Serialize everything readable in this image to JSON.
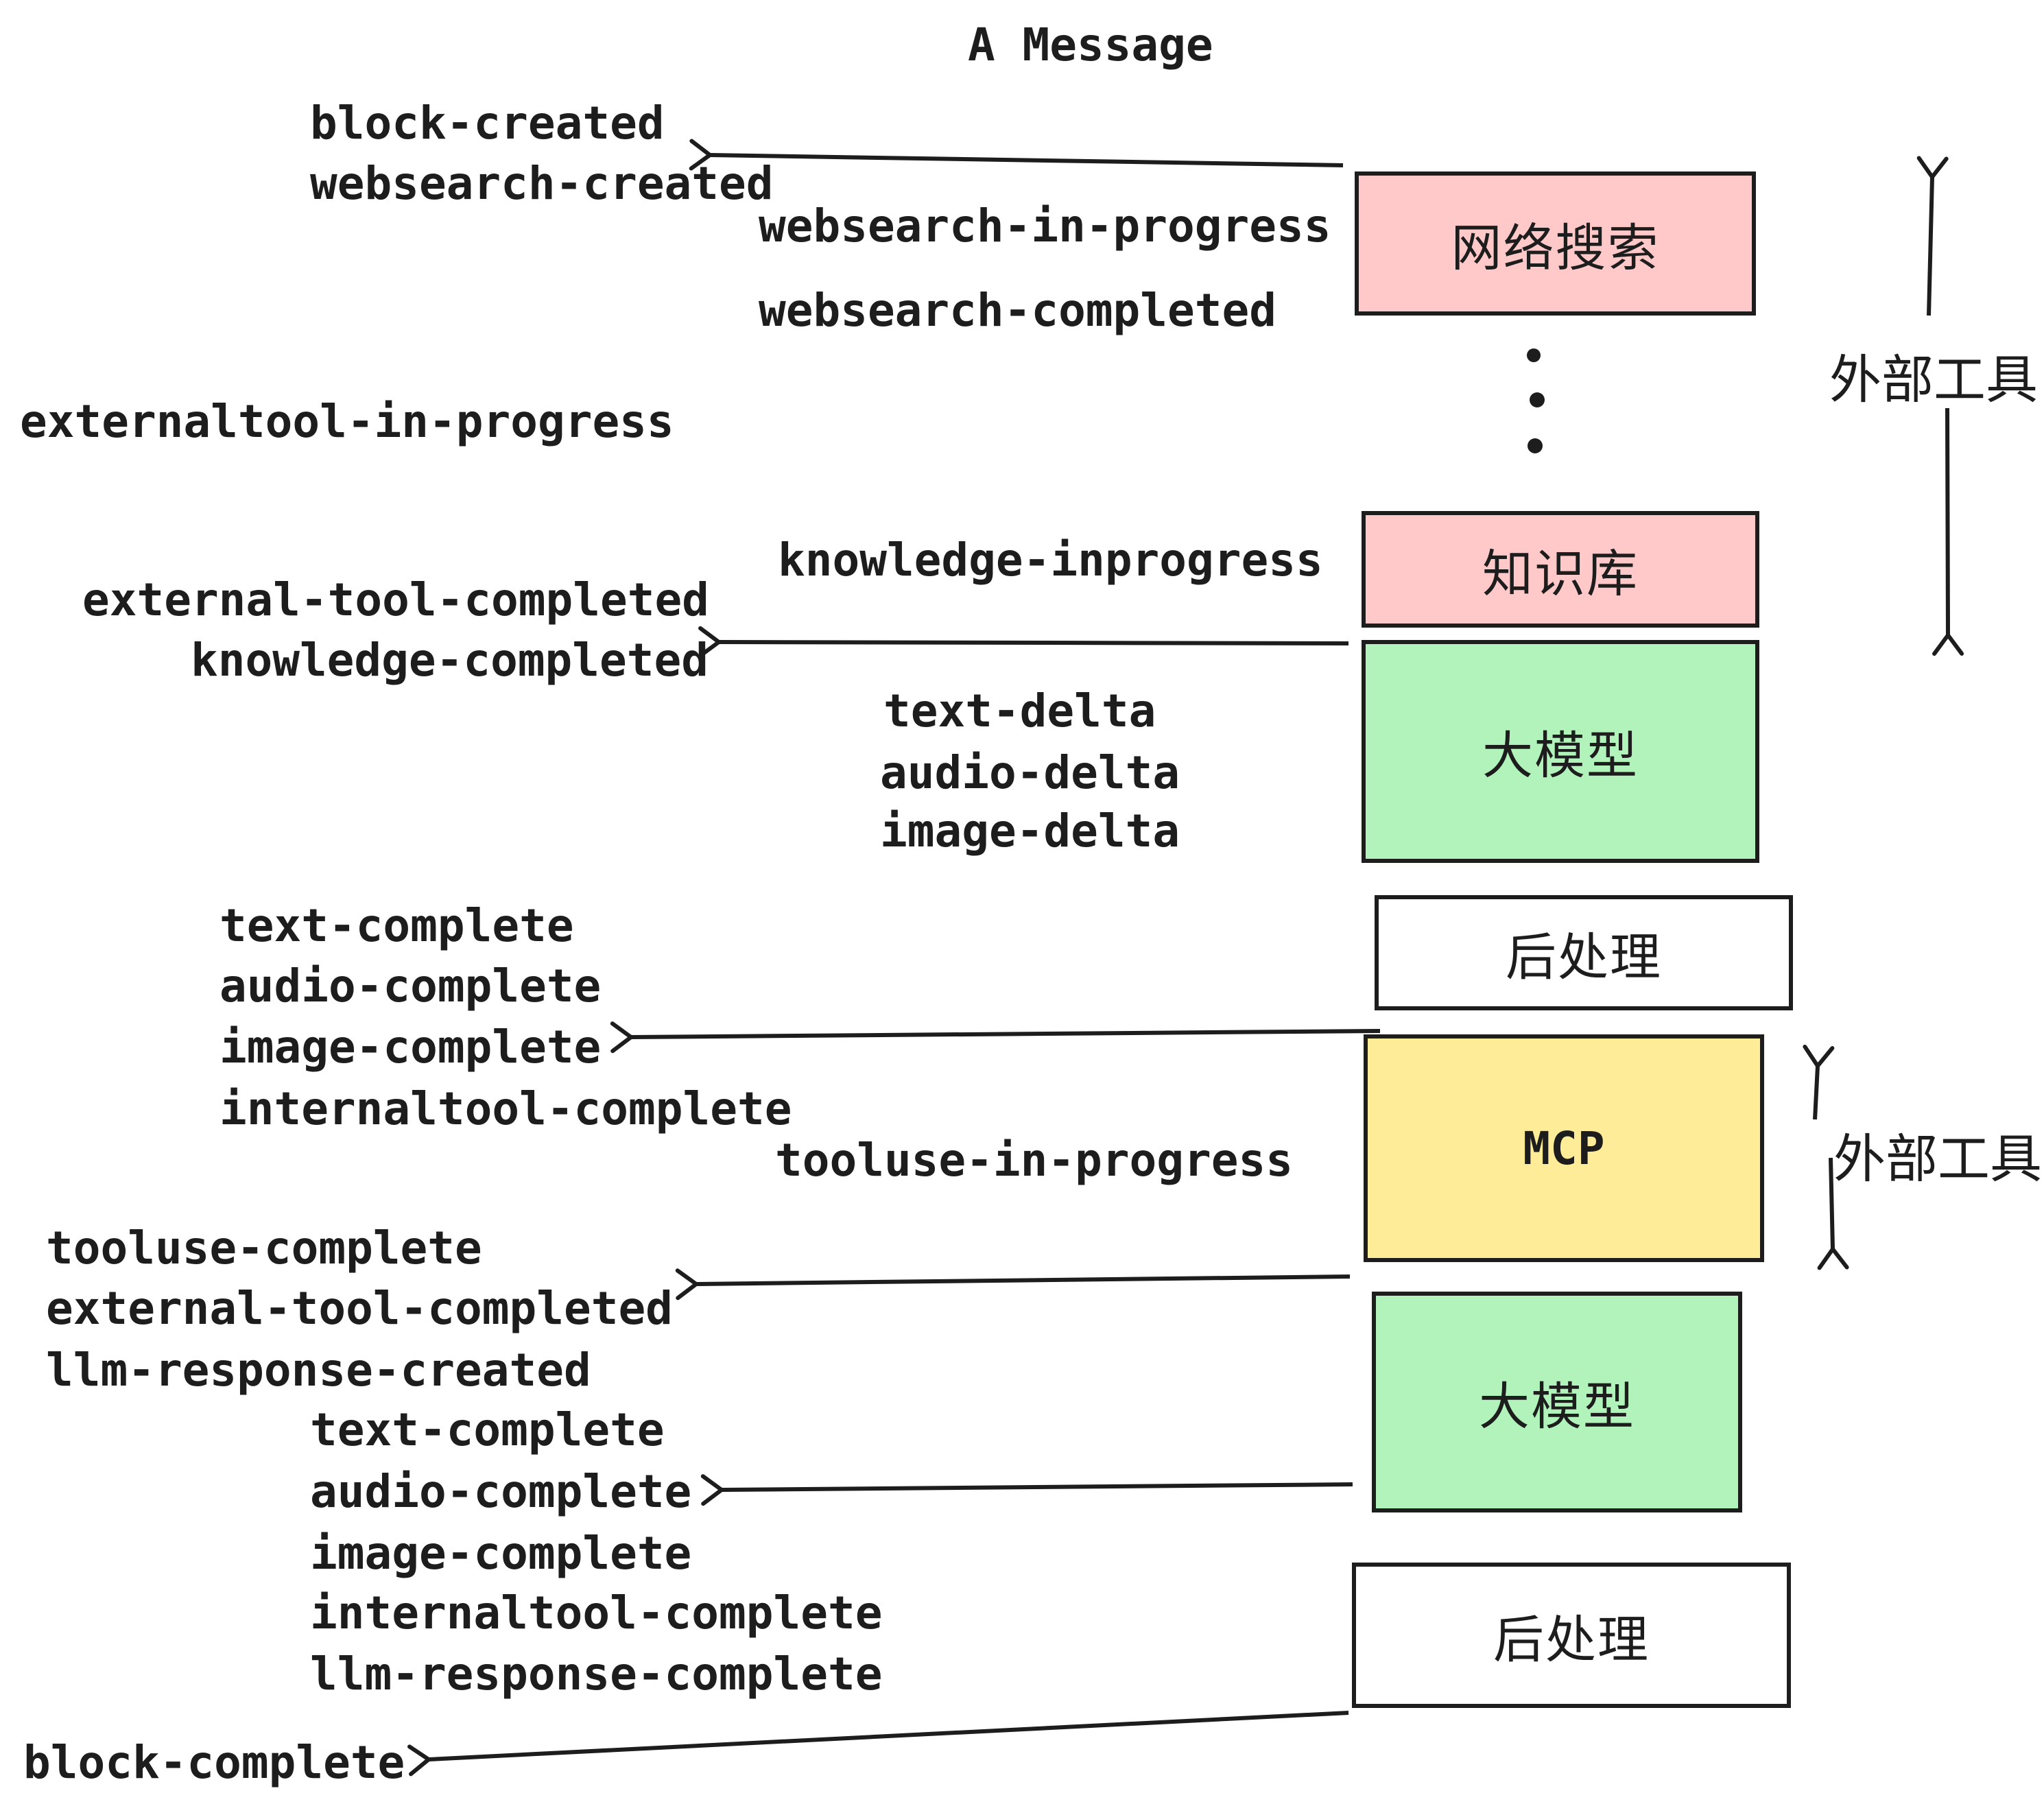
{
  "title": "A Message",
  "colors": {
    "pink": "#ffc9c9",
    "green": "#b2f2bb",
    "yellow": "#ffec99",
    "white": "#ffffff",
    "stroke": "#1d1d1d"
  },
  "boxes": {
    "websearch": {
      "label": "网络搜索"
    },
    "knowledge": {
      "label": "知识库"
    },
    "llm1": {
      "label": "大模型"
    },
    "post1": {
      "label": "后处理"
    },
    "mcp": {
      "label": "MCP"
    },
    "llm2": {
      "label": "大模型"
    },
    "post2": {
      "label": "后处理"
    }
  },
  "annotations": {
    "external_tools_top": "外部工具",
    "external_tools_mid": "外部工具"
  },
  "events": {
    "block_created": "block-created",
    "websearch_created": "websearch-created",
    "websearch_in_progress": "websearch-in-progress",
    "websearch_completed": "websearch-completed",
    "externaltool_in_progress": "externaltool-in-progress",
    "knowledge_inprogress": "knowledge-inprogress",
    "external_tool_completed_1": "external-tool-completed",
    "knowledge_completed": "knowledge-completed",
    "text_delta_1": "text-delta",
    "audio_delta_1": "audio-delta",
    "image_delta_1": "image-delta",
    "text_complete_1": "text-complete",
    "audio_complete_1": "audio-complete",
    "image_complete_1": "image-complete",
    "internaltool_complete_1": "internaltool-complete",
    "tooluse_in_progress": "tooluse-in-progress",
    "tooluse_complete": "tooluse-complete",
    "external_tool_completed_2": "external-tool-completed",
    "llm_response_created": "llm-response-created",
    "text_complete_2": "text-complete",
    "audio_complete_2": "audio-complete",
    "image_complete_2": "image-complete",
    "internaltool_complete_2": "internaltool-complete",
    "llm_response_complete": "llm-response-complete",
    "block_complete": "block-complete"
  }
}
